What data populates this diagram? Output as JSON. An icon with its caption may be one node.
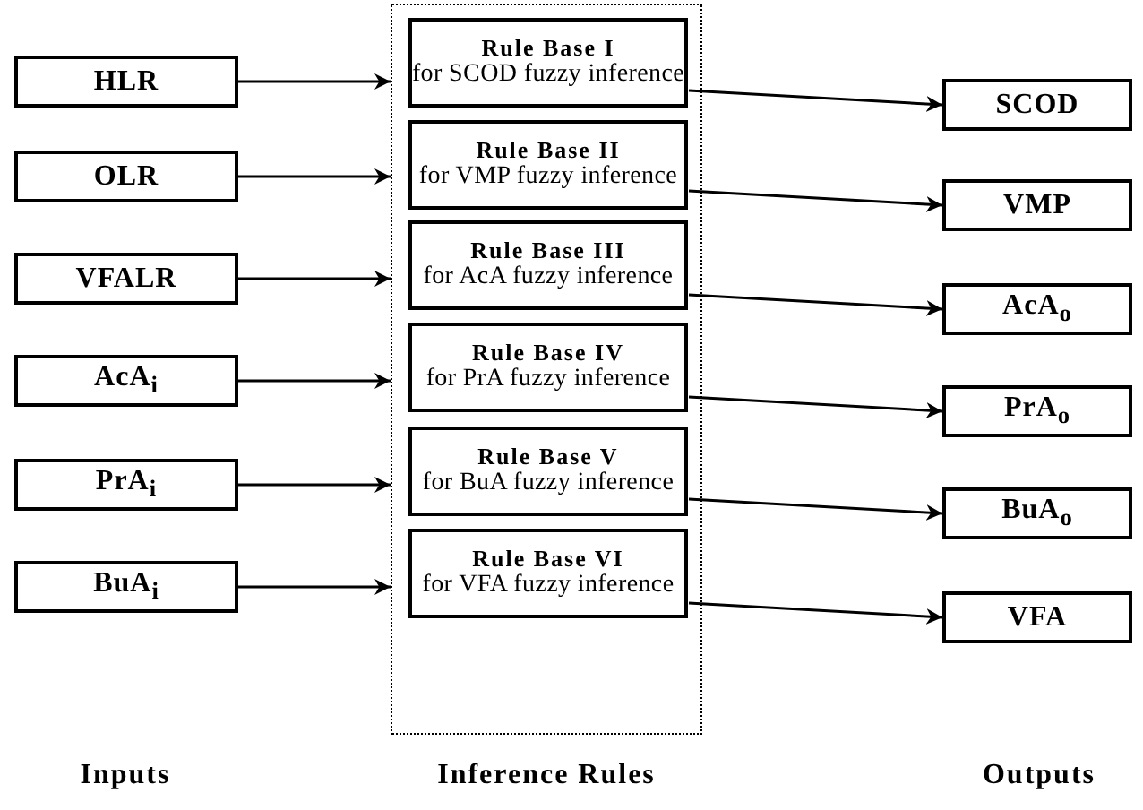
{
  "diagram": {
    "nodes": [
      {
        "text": [
          "HLR"
        ]
      },
      {
        "text": [
          "OLR"
        ]
      },
      {
        "text": [
          "VFALR"
        ]
      },
      {
        "text": [
          "AcA$_{i}$"
        ]
      },
      {
        "text": [
          "PrA$_{i}$"
        ]
      },
      {
        "text": [
          "BuA$_{i}$"
        ]
      },
      {
        "text": [],
        "shape": "box"
      },
      {
        "text": [
          "Rule Base I",
          "for SCOD fuzzy inference"
        ],
        "in": 6
      },
      {
        "text": [
          "Rule Base II",
          "for VMP fuzzy inference"
        ],
        "in": 6
      },
      {
        "text": [
          "Rule Base III",
          "for AcA fuzzy inference"
        ],
        "in": 6
      },
      {
        "text": [
          "Rule Base IV",
          "for PrA fuzzy inference"
        ],
        "in": 6
      },
      {
        "text": [
          "Rule Base V",
          "for BuA fuzzy inference"
        ],
        "in": 6
      },
      {
        "text": [
          "Rule Base VI",
          "for VFA fuzzy inference"
        ],
        "in": 6
      },
      {
        "text": [
          "SCOD"
        ]
      },
      {
        "text": [
          "VMP"
        ]
      },
      {
        "text": [
          "AcA$_{o}$"
        ]
      },
      {
        "text": [
          "PrA$_{o}$"
        ]
      },
      {
        "text": [
          "BuA$_{o}$"
        ]
      },
      {
        "text": [
          "VFA"
        ]
      }
    ],
    "edges": [
      {
        "from": 0,
        "to": 6,
        "arrow": "to"
      },
      {
        "from": 1,
        "to": 6,
        "arrow": "to"
      },
      {
        "from": 2,
        "to": 6,
        "arrow": "to"
      },
      {
        "from": 3,
        "to": 6,
        "arrow": "to"
      },
      {
        "from": 4,
        "to": 6,
        "arrow": "to"
      },
      {
        "from": 5,
        "to": 6,
        "arrow": "to"
      },
      {
        "from": 7,
        "to": 13,
        "arrow": "to"
      },
      {
        "from": 8,
        "to": 14,
        "arrow": "to"
      },
      {
        "from": 9,
        "to": 15,
        "arrow": "to"
      },
      {
        "from": 10,
        "to": 16,
        "arrow": "to"
      },
      {
        "from": 11,
        "to": 17,
        "arrow": "to"
      },
      {
        "from": 12,
        "to": 18,
        "arrow": "to"
      }
    ],
    "labels": [
      "Inputs",
      "Inference Rules",
      "Outputs"
    ]
  }
}
